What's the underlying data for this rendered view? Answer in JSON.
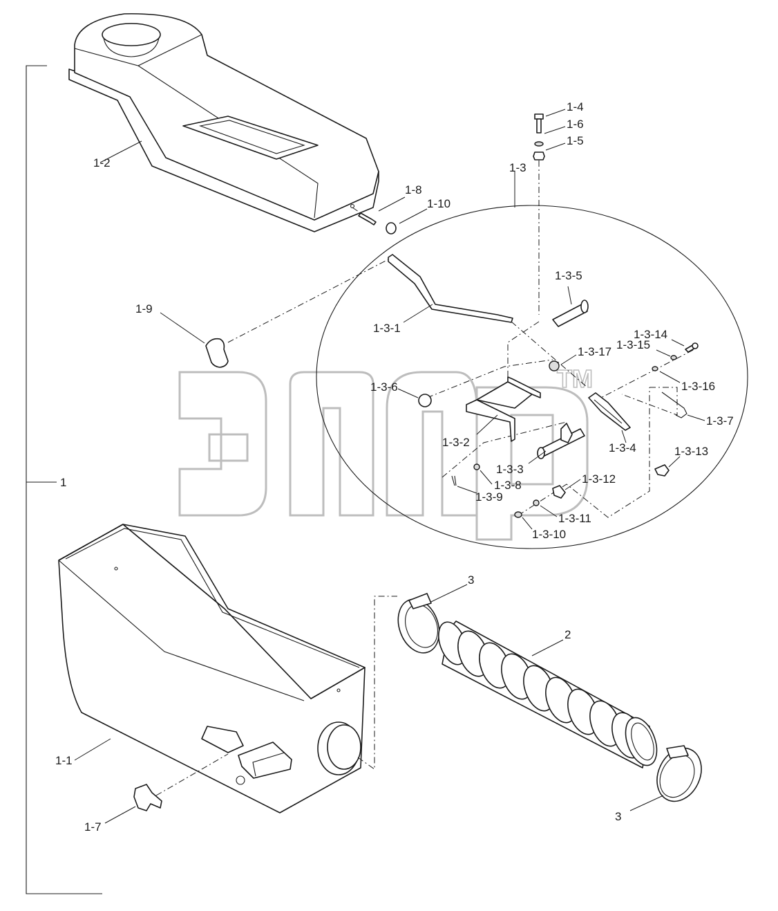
{
  "watermark": {
    "text": "TM"
  },
  "callouts": {
    "c1": "1",
    "c1_1": "1-1",
    "c1_2": "1-2",
    "c1_3": "1-3",
    "c1_4": "1-4",
    "c1_5": "1-5",
    "c1_6": "1-6",
    "c1_7": "1-7",
    "c1_8": "1-8",
    "c1_9": "1-9",
    "c1_10": "1-10",
    "c1_3_1": "1-3-1",
    "c1_3_2": "1-3-2",
    "c1_3_3": "1-3-3",
    "c1_3_4": "1-3-4",
    "c1_3_5": "1-3-5",
    "c1_3_6": "1-3-6",
    "c1_3_7": "1-3-7",
    "c1_3_8": "1-3-8",
    "c1_3_9": "1-3-9",
    "c1_3_10": "1-3-10",
    "c1_3_11": "1-3-11",
    "c1_3_12": "1-3-12",
    "c1_3_13": "1-3-13",
    "c1_3_14": "1-3-14",
    "c1_3_15": "1-3-15",
    "c1_3_16": "1-3-16",
    "c1_3_17": "1-3-17",
    "c2": "2",
    "c3_top": "3",
    "c3_bottom": "3"
  }
}
